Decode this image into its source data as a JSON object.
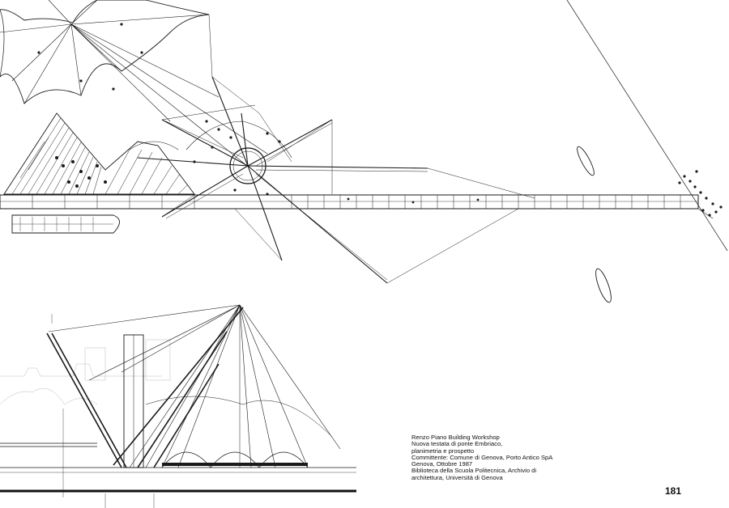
{
  "caption": {
    "lines": [
      "Renzo Piano Building Workshop",
      "Nuova testata di ponte Embriaco,",
      "planimetria e prospetto",
      "Committente: Comune di Genova, Porto Antico SpA",
      "Genova, Ottobre 1987",
      "Biblioteca della Scuola Politecnica, Archivio di",
      "architettura, Università di Genova"
    ]
  },
  "page_number": "181",
  "colors": {
    "ink": "#1a1a1a",
    "paper": "#ffffff",
    "water_line": "#111111"
  }
}
